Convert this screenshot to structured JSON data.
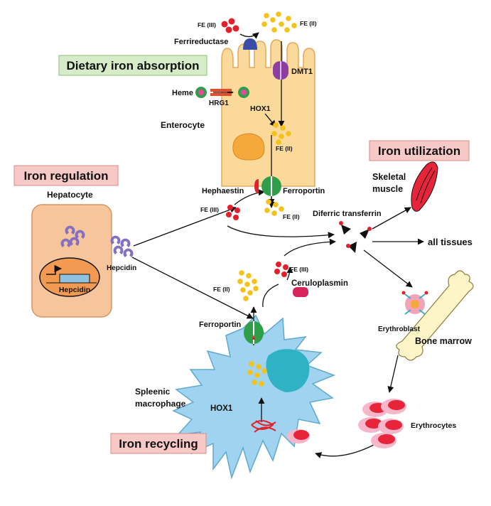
{
  "sections": {
    "dietary": "Dietary iron absorption",
    "regulation": "Iron regulation",
    "utilization": "Iron utilization",
    "recycling": "Iron recycling"
  },
  "labels": {
    "fe3_top": "FE (III)",
    "fe2_top": "FE (II)",
    "ferrireductase": "Ferrireductase",
    "dmt1": "DMT1",
    "heme": "Heme",
    "hrg1": "HRG1",
    "hox1_enterocyte": "HOX1",
    "enterocyte": "Enterocyte",
    "fe2_enterocyte": "FE (II)",
    "hephaestin": "Hephaestin",
    "ferroportin_enterocyte": "Ferroportin",
    "fe3_mid": "FE (III)",
    "fe2_mid": "FE (II)",
    "diferric_transferrin": "Diferric transferrin",
    "skeletal_muscle_line1": "Skeletal",
    "skeletal_muscle_line2": "muscle",
    "all_tissues": "all tissues",
    "hepatocyte": "Hepatocyte",
    "hepcidin_gene": "Hepcidin",
    "hepcidin": "Hepcidin",
    "fe3_cerulo": "FE (III)",
    "ceruloplasmin": "Ceruloplasmin",
    "fe2_macro": "FE (II)",
    "ferroportin_macro": "Ferroportin",
    "erythroblast": "Erythroblast",
    "bone_marrow": "Bone marrow",
    "splenic_line1": "Spleenic",
    "splenic_line2": "macrophage",
    "hox1_macro": "HOX1",
    "erythrocytes": "Erythrocytes"
  },
  "colors": {
    "fe3": "#e3202a",
    "fe2": "#f5c21b",
    "enterocyte": "#fbd99a",
    "hepatocyte": "#f6c59b",
    "nucleus_hep": "#f39a52",
    "macrophage": "#9fd3ef",
    "macro_nucleus": "#2fb3c4",
    "ferroportin": "#2e9e4a",
    "dmt1": "#8b3fa0",
    "ferrireductase": "#3a4ea8",
    "hepcidin": "#8470c0",
    "heme": "#2e9e4a",
    "erythrocyte": "#e8243a",
    "erythrocyte_light": "#f7b6c9",
    "green_box": "#d6ecc9",
    "pink_box": "#f7c9c6"
  }
}
